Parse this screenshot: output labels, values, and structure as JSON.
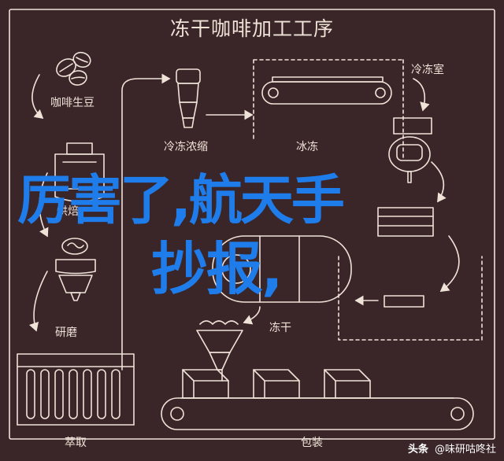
{
  "title": "冻干咖啡加工工序",
  "steps": {
    "beans": "咖啡生豆",
    "roast": "烘焙",
    "grind": "研磨",
    "extract": "萃取",
    "concentrate": "冷冻浓缩",
    "freeze": "冰冻",
    "freeze_room": "冷冻室",
    "dry": "冻干",
    "pack": "包装"
  },
  "overlay": {
    "line1": "厉害了,航天手",
    "line2": "抄报,"
  },
  "watermark": {
    "platform": "头条",
    "account": "@味研咕咚社"
  },
  "colors": {
    "background": "#3a2528",
    "line": "#efe3d8",
    "overlay_text": "#1e7dea"
  }
}
